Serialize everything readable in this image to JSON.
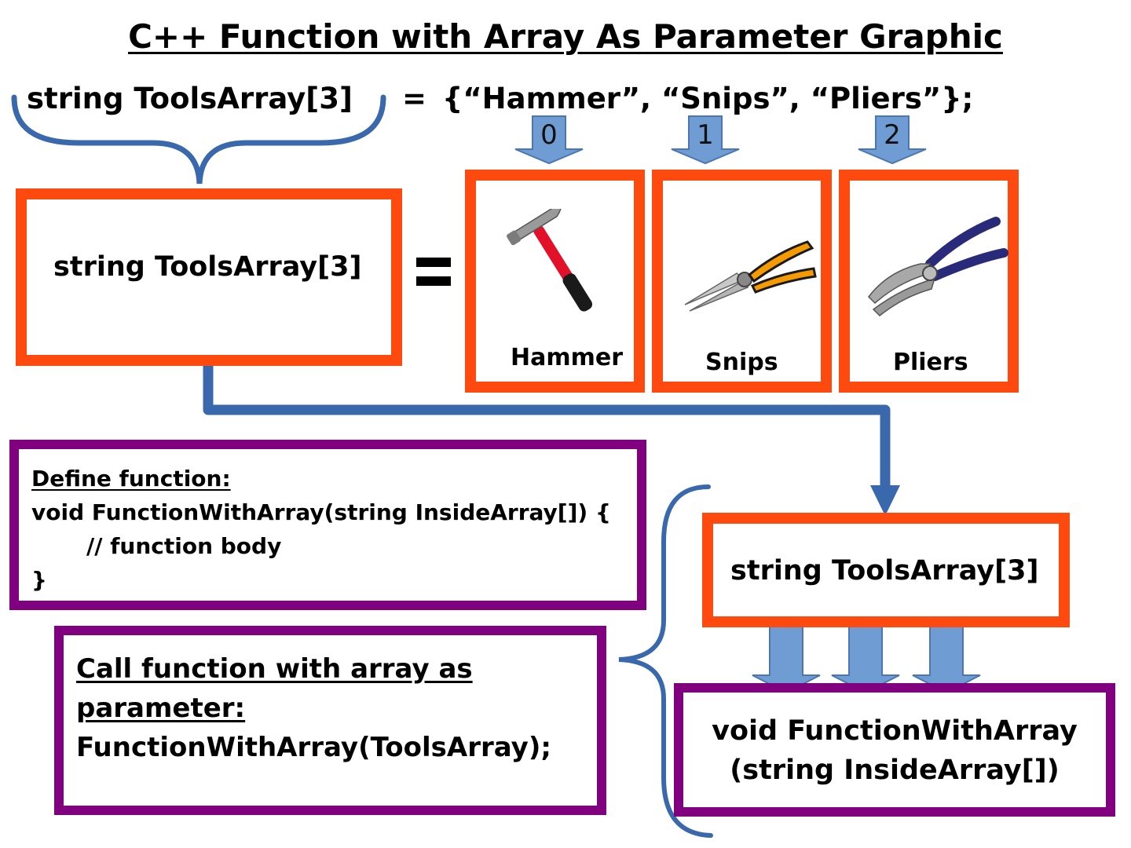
{
  "title": "C++ Function with Array As Parameter Graphic",
  "declaration": {
    "left": "string ToolsArray[3]",
    "equals": "=",
    "right": "{“Hammer”, “Snips”, “Pliers”};"
  },
  "array_box": {
    "label": "string ToolsArray[3]",
    "equals": "="
  },
  "elements": [
    {
      "index": "0",
      "label": "Hammer",
      "icon": "hammer-icon"
    },
    {
      "index": "1",
      "label": "Snips",
      "icon": "snips-icon"
    },
    {
      "index": "2",
      "label": "Pliers",
      "icon": "pliers-icon"
    }
  ],
  "define_box": {
    "heading": "Define function:",
    "line1": "void FunctionWithArray(string InsideArray[]) {",
    "line2": "// function body",
    "line3": "}"
  },
  "call_box": {
    "heading_line1": "Call function with array as",
    "heading_line2": "parameter:",
    "code": "FunctionWithArray(ToolsArray);"
  },
  "passed_array_box": {
    "label": "string ToolsArray[3]"
  },
  "param_box": {
    "line1": "void FunctionWithArray",
    "line2": "(string InsideArray[])"
  },
  "colors": {
    "array_border": "#ff4a0f",
    "function_border": "#800080",
    "connector": "#3a68ad",
    "index_arrow_fill": "#6f9dd3",
    "index_arrow_stroke": "#4a77b4"
  }
}
